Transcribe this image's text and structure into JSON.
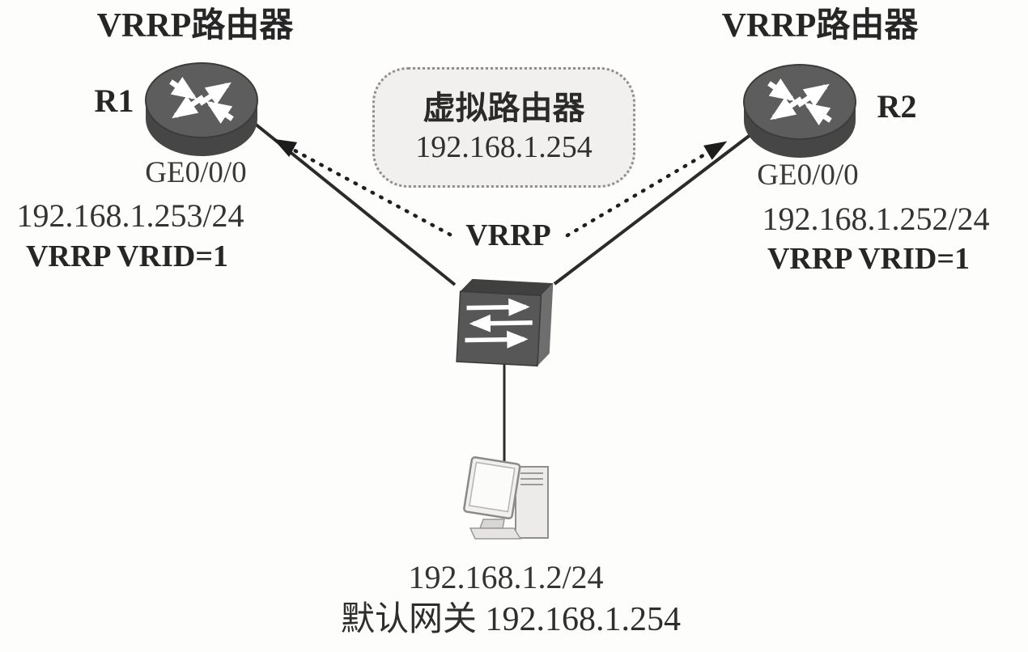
{
  "colors": {
    "background": "#fdfdfc",
    "text": "#262626",
    "line": "#2b2b2b",
    "router_body": "#5d5d5d",
    "router_rim": "#454545",
    "switch_front": "#575757",
    "switch_top": "#404040",
    "switch_side": "#6e6e6e",
    "bubble_fill": "#f1f0ee",
    "bubble_border": "#8e8e8e",
    "pc_body": "#ecebe9"
  },
  "icons": {
    "left_router": "router-icon",
    "right_router": "router-icon",
    "switch": "switch-icon",
    "host": "desktop-pc-icon"
  },
  "left_router": {
    "title": "VRRP路由器",
    "name": "R1",
    "interface": "GE0/0/0",
    "ip": "192.168.1.253/24",
    "vrid": "VRRP VRID=1"
  },
  "right_router": {
    "title": "VRRP路由器",
    "name": "R2",
    "interface": "GE0/0/0",
    "ip": "192.168.1.252/24",
    "vrid": "VRRP VRID=1"
  },
  "virtual_router": {
    "label": "虚拟路由器",
    "ip": "192.168.1.254"
  },
  "vrrp_link_label": "VRRP",
  "host": {
    "ip": "192.168.1.2/24",
    "gateway": "默认网关 192.168.1.254"
  }
}
